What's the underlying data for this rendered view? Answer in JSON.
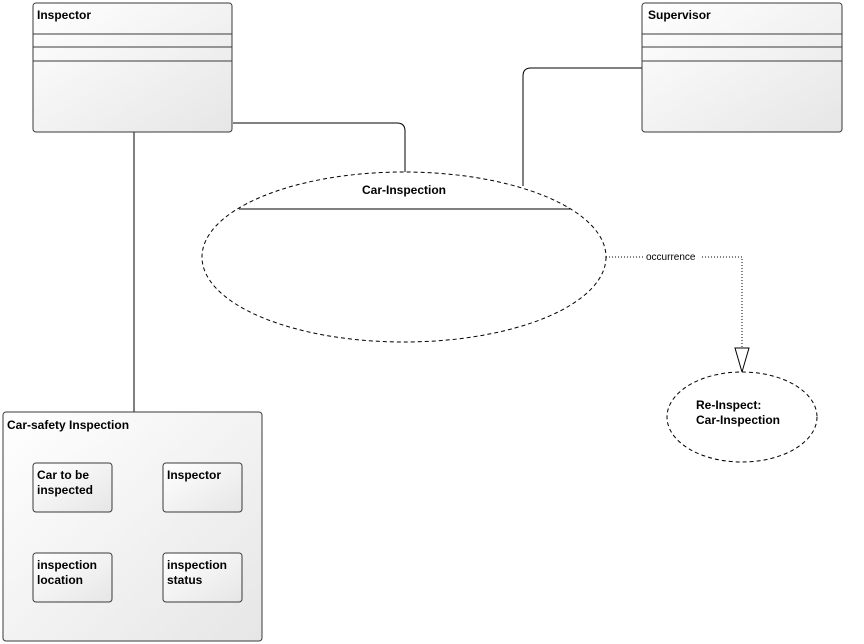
{
  "classes": {
    "inspector": {
      "name": "Inspector"
    },
    "supervisor": {
      "name": "Supervisor"
    }
  },
  "events": {
    "car_inspection": {
      "name": "Car-Inspection"
    },
    "re_inspect": {
      "line1": "Re-Inspect:",
      "line2": "Car-Inspection"
    }
  },
  "relation": {
    "occurrence_label": "occurrence"
  },
  "group": {
    "title": "Car-safety Inspection",
    "items": [
      {
        "line1": "Car to be",
        "line2": "inspected"
      },
      {
        "line1": "Inspector",
        "line2": ""
      },
      {
        "line1": "inspection",
        "line2": "location"
      },
      {
        "line1": "inspection",
        "line2": "status"
      }
    ]
  }
}
